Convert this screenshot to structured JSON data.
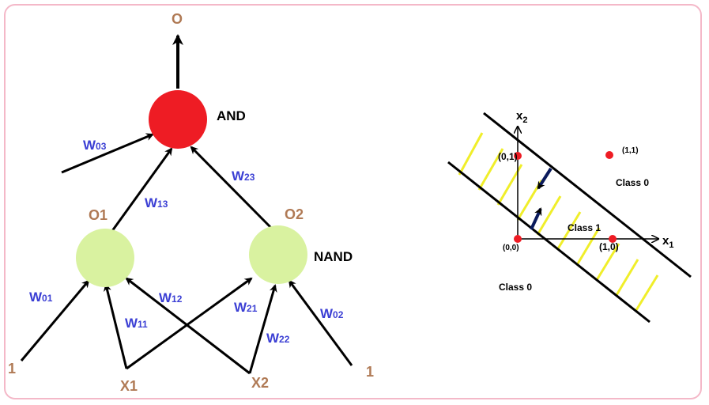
{
  "network": {
    "output_label": "O",
    "and_label": "AND",
    "nand_label": "NAND",
    "o1_label": "O1",
    "o2_label": "O2",
    "x1_label": "X1",
    "x2_label": "X2",
    "bias_left": "1",
    "bias_right": "1",
    "weights": {
      "w03": {
        "base": "W",
        "sub": "03"
      },
      "w13": {
        "base": "W",
        "sub": "13"
      },
      "w23": {
        "base": "W",
        "sub": "23"
      },
      "w01": {
        "base": "W",
        "sub": "01"
      },
      "w11": {
        "base": "W",
        "sub": "11"
      },
      "w12": {
        "base": "W",
        "sub": "12"
      },
      "w21": {
        "base": "W",
        "sub": "21"
      },
      "w22": {
        "base": "W",
        "sub": "22"
      },
      "w02": {
        "base": "W",
        "sub": "02"
      }
    },
    "colors": {
      "and_node": "#ee1c24",
      "hidden_node": "#d9f2a0",
      "weight_text": "#3b3fd4",
      "node_text": "#b07a55"
    }
  },
  "plot": {
    "x_axis": {
      "base": "x",
      "sub": "1"
    },
    "y_axis": {
      "base": "x",
      "sub": "2"
    },
    "points": {
      "p00": "(0,0)",
      "p10": "(1,0)",
      "p01": "(0,1)",
      "p11": "(1,1)"
    },
    "class0_top": "Class 0",
    "class1": "Class 1",
    "class0_bottom": "Class 0",
    "colors": {
      "band_hatch": "#f0ee2a",
      "point": "#ee1c24",
      "arrow": "#0a1a5c"
    }
  }
}
